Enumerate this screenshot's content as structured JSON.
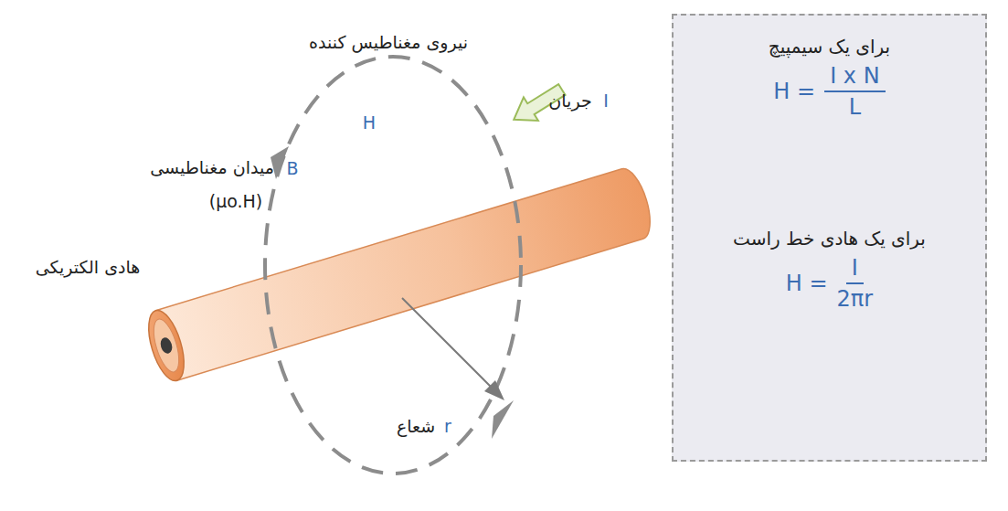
{
  "diagram": {
    "nodes": [
      {
        "text": [
          "برای یک سیمپیچ",
          "H =",
          "I x N",
          "L",
          "برای یک هادی خط راست",
          "H =",
          "I",
          "2πr"
        ]
      }
    ],
    "labels": [
      "نیروی مغناطیس کننده",
      "H",
      "B",
      "میدان مغناطیسی",
      "(μo.H)",
      "I",
      "جریان",
      "هادی الکتریکی",
      "r",
      "شعاع"
    ]
  }
}
